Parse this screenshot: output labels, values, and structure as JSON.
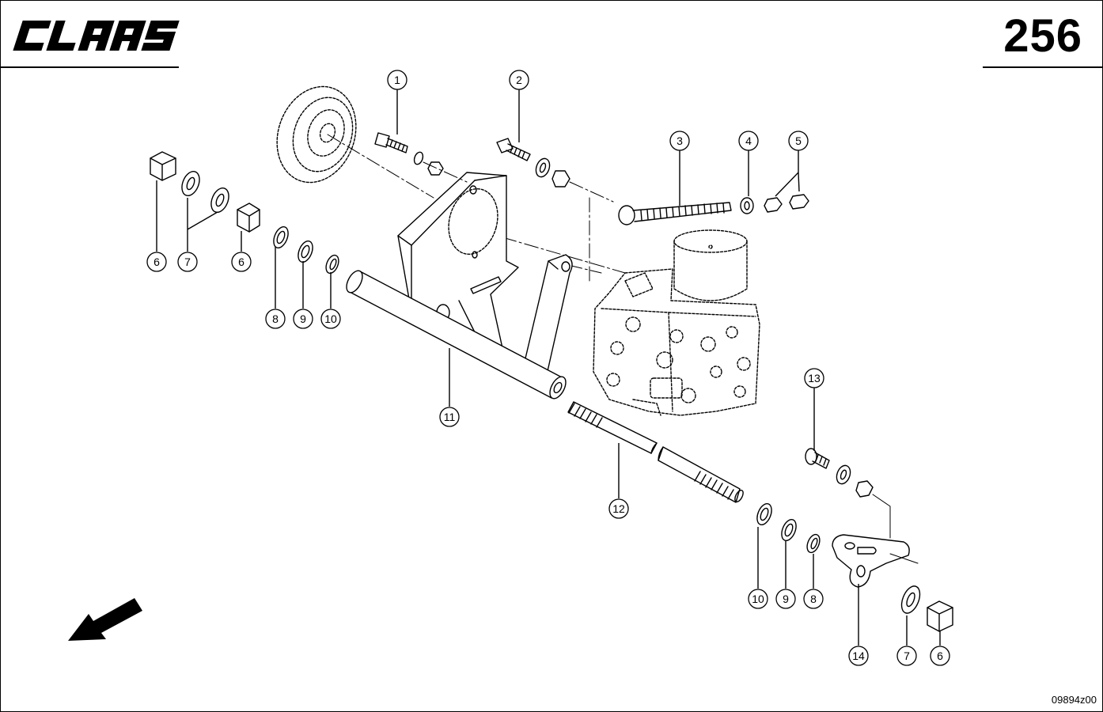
{
  "header": {
    "logo": "CLAAS",
    "page_number": "256"
  },
  "footer": {
    "drawing_code": "09894z00"
  },
  "callouts": [
    {
      "id": "c1",
      "label": "1"
    },
    {
      "id": "c2",
      "label": "2"
    },
    {
      "id": "c3",
      "label": "3"
    },
    {
      "id": "c4",
      "label": "4"
    },
    {
      "id": "c5",
      "label": "5"
    },
    {
      "id": "c6a",
      "label": "6"
    },
    {
      "id": "c7a",
      "label": "7"
    },
    {
      "id": "c6b",
      "label": "6"
    },
    {
      "id": "c8a",
      "label": "8"
    },
    {
      "id": "c9a",
      "label": "9"
    },
    {
      "id": "c10a",
      "label": "10"
    },
    {
      "id": "c11",
      "label": "11"
    },
    {
      "id": "c12",
      "label": "12"
    },
    {
      "id": "c13",
      "label": "13"
    },
    {
      "id": "c10b",
      "label": "10"
    },
    {
      "id": "c9b",
      "label": "9"
    },
    {
      "id": "c8b",
      "label": "8"
    },
    {
      "id": "c14",
      "label": "14"
    },
    {
      "id": "c7b",
      "label": "7"
    },
    {
      "id": "c6c",
      "label": "6"
    }
  ],
  "icons": {
    "direction_arrow": "direction-arrow-icon"
  }
}
